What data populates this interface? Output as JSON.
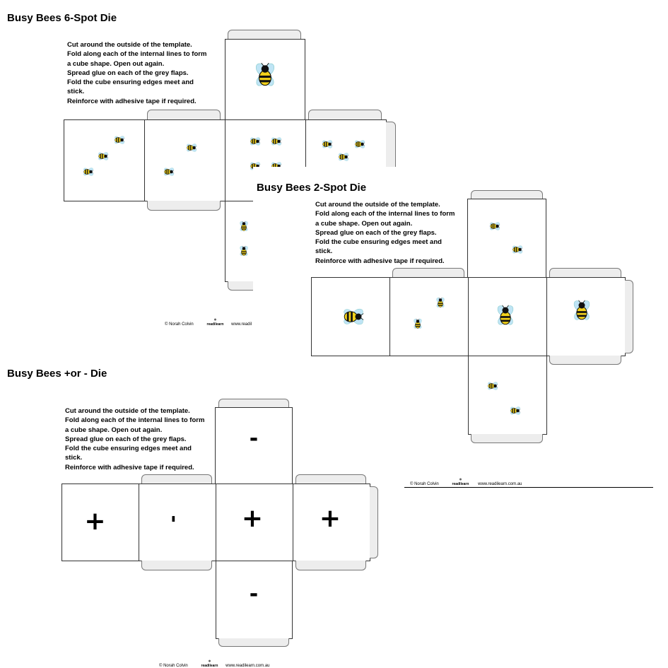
{
  "instructions": [
    "Cut around the outside of the template.",
    "Fold along each of the internal lines to form",
    "a cube shape. Open out again.",
    "Spread glue on each of the grey flaps.",
    "Fold the cube ensuring edges meet and",
    "stick.",
    "Reinforce with adhesive tape if required."
  ],
  "footer": {
    "author": "© Norah Colvin",
    "logo": "readilearn",
    "url_full": "www.readilearn.com.au",
    "url_cropped": "www.readil"
  },
  "sheets": {
    "six_spot": {
      "title": "Busy Bees 6-Spot Die"
    },
    "two_spot": {
      "title": "Busy Bees 2-Spot Die"
    },
    "plus_minus": {
      "title": "Busy Bees +or - Die",
      "faces": {
        "top": "-",
        "left": "+",
        "middle_left": "-",
        "center": "+",
        "right": "+",
        "bottom": "-"
      }
    }
  },
  "colors": {
    "bee_body": "#f2d21b",
    "bee_stripe": "#111111",
    "bee_wing": "#bfe4f5",
    "flap": "#ededed",
    "outline": "#333333"
  },
  "icons": {
    "bee": "bee-icon",
    "logo": "readilearn-logo-icon"
  }
}
